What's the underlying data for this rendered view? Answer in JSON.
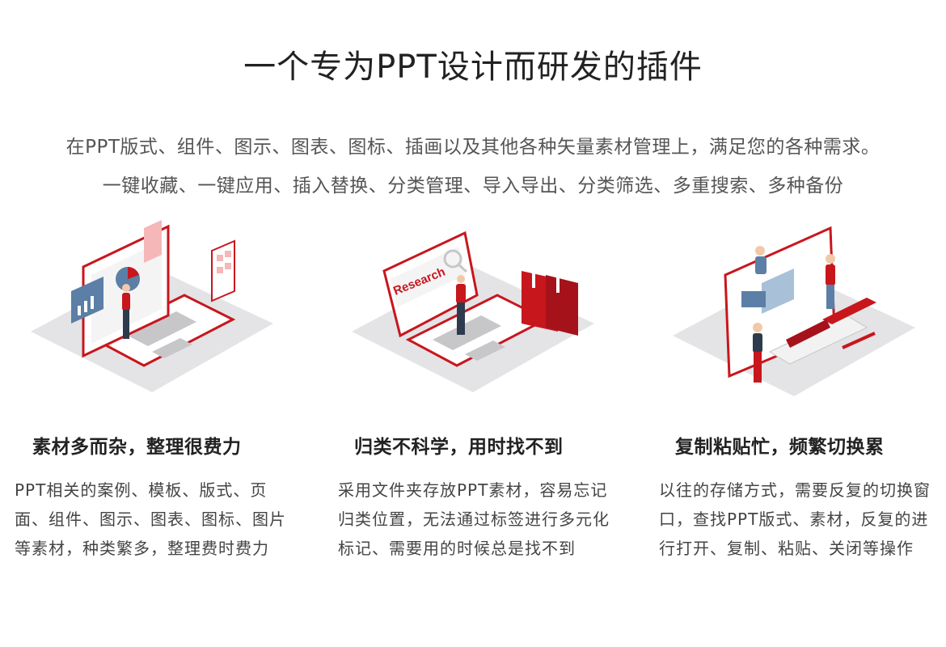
{
  "header": {
    "title": "一个专为PPT设计而研发的插件",
    "subtitle_line1": "在PPT版式、组件、图示、图表、图标、插画以及其他各种矢量素材管理上，满足您的各种需求。",
    "subtitle_line2": "一键收藏、一键应用、插入替换、分类管理、导入导出、分类筛选、多重搜索、多种备份"
  },
  "columns": [
    {
      "title": "素材多而杂，整理很费力",
      "description": "PPT相关的案例、模板、版式、页面、组件、图示、图表、图标、图片等素材，种类繁多，整理费时费力",
      "illustration_text": ""
    },
    {
      "title": "归类不科学，用时找不到",
      "description": "采用文件夹存放PPT素材，容易忘记归类位置，无法通过标签进行多元化标记、需要用的时候总是找不到",
      "illustration_text": "Research"
    },
    {
      "title": "复制粘贴忙，频繁切换累",
      "description": "以往的存储方式，需要反复的切换窗口，查找PPT版式、素材，反复的进行打开、复制、粘贴、关闭等操作",
      "illustration_text": ""
    }
  ],
  "colors": {
    "accent": "#c8161d",
    "platform": "#e4e4e6",
    "figure_blue": "#5b7fa6",
    "skin": "#f2c9a8"
  }
}
